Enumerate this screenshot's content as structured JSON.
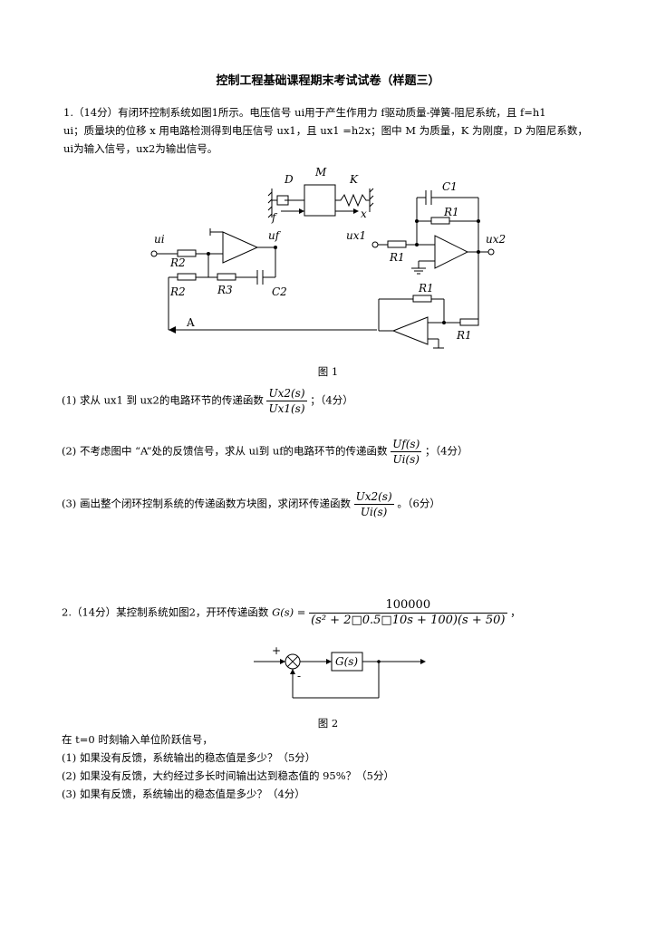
{
  "title": "控制工程基础课程期末考试试卷（样题三）",
  "q1": {
    "line1": "1.（14分）有闭环控制系统如图1所示。电压信号 ui用于产生作用力 f驱动质量-弹簧-阻尼系统，且 f=h1",
    "line2": "ui；质量块的位移 x 用电路检测得到电压信号 ux1，且 ux1 =h2x；图中 M 为质量，K 为刚度，D 为阻尼系数，",
    "line3": "ui为输入信号，ux2为输出信号。",
    "figure_caption": "图 1",
    "sub1_text": "(1) 求从 ux1 到 ux2的电路环节的传递函数",
    "sub1_num": "Ux2(s)",
    "sub1_den": "Ux1(s)",
    "sub1_score": "；（4分）",
    "sub2_text": "(2) 不考虑图中 “A”处的反馈信号，求从 ui到 uf的电路环节的传递函数",
    "sub2_num": "Uf(s)",
    "sub2_den": "Ui(s)",
    "sub2_score": "；（4分）",
    "sub3_text": "(3) 画出整个闭环控制系统的传递函数方块图，求闭环传递函数",
    "sub3_num": "Ux2(s)",
    "sub3_den": "Ui(s)",
    "sub3_score": "。（6分）"
  },
  "circuit": {
    "D": "D",
    "M": "M",
    "K": "K",
    "f": "f",
    "x": "x",
    "C1": "C1",
    "R1": "R1",
    "ui": "ui",
    "uf": "uf",
    "ux1": "ux1",
    "ux2": "ux2",
    "R2": "R2",
    "R3": "R3",
    "C2": "C2",
    "A": "A"
  },
  "q2": {
    "line1": "2.（14分）某控制系统如图2，开环传递函数",
    "G_lhs": "G(s) =",
    "G_num": "100000",
    "G_den": "(s² + 2□0.5□10s + 100)(s + 50)",
    "G_tail": "，",
    "block_label": "G(s)",
    "plus": "+",
    "minus": "-",
    "figure_caption": "图 2",
    "line_input": "在 t=0 时刻输入单位阶跃信号，",
    "sub1": "(1) 如果没有反馈，系统输出的稳态值是多少？（5分）",
    "sub2": "(2) 如果没有反馈，大约经过多长时间输出达到稳态值的 95%？（5分）",
    "sub3": "(3) 如果有反馈，系统输出的稳态值是多少？（4分）"
  }
}
